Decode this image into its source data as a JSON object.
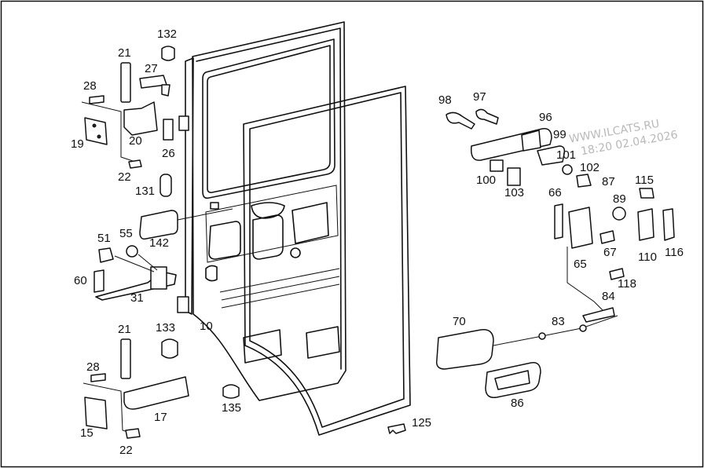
{
  "watermark": {
    "line1": "WWW.ILCATS.RU",
    "line2": "18:20 02.04.2026"
  },
  "labels": [
    {
      "id": "l132",
      "text": "132"
    },
    {
      "id": "l21a",
      "text": "21"
    },
    {
      "id": "l27",
      "text": "27"
    },
    {
      "id": "l28a",
      "text": "28"
    },
    {
      "id": "l19",
      "text": "19"
    },
    {
      "id": "l20",
      "text": "20"
    },
    {
      "id": "l26",
      "text": "26"
    },
    {
      "id": "l22a",
      "text": "22"
    },
    {
      "id": "l131",
      "text": "131"
    },
    {
      "id": "l142",
      "text": "142"
    },
    {
      "id": "l51",
      "text": "51"
    },
    {
      "id": "l55",
      "text": "55"
    },
    {
      "id": "l60",
      "text": "60"
    },
    {
      "id": "l31",
      "text": "31"
    },
    {
      "id": "l10",
      "text": "10"
    },
    {
      "id": "l21b",
      "text": "21"
    },
    {
      "id": "l133",
      "text": "133"
    },
    {
      "id": "l28b",
      "text": "28"
    },
    {
      "id": "l17",
      "text": "17"
    },
    {
      "id": "l15",
      "text": "15"
    },
    {
      "id": "l22b",
      "text": "22"
    },
    {
      "id": "l135",
      "text": "135"
    },
    {
      "id": "l125",
      "text": "125"
    },
    {
      "id": "l98",
      "text": "98"
    },
    {
      "id": "l97",
      "text": "97"
    },
    {
      "id": "l96",
      "text": "96"
    },
    {
      "id": "l99",
      "text": "99"
    },
    {
      "id": "l101",
      "text": "101"
    },
    {
      "id": "l102",
      "text": "102"
    },
    {
      "id": "l100",
      "text": "100"
    },
    {
      "id": "l103",
      "text": "103"
    },
    {
      "id": "l87",
      "text": "87"
    },
    {
      "id": "l115",
      "text": "115"
    },
    {
      "id": "l66",
      "text": "66"
    },
    {
      "id": "l89",
      "text": "89"
    },
    {
      "id": "l67",
      "text": "67"
    },
    {
      "id": "l110",
      "text": "110"
    },
    {
      "id": "l116",
      "text": "116"
    },
    {
      "id": "l65",
      "text": "65"
    },
    {
      "id": "l118",
      "text": "118"
    },
    {
      "id": "l84",
      "text": "84"
    },
    {
      "id": "l70",
      "text": "70"
    },
    {
      "id": "l83",
      "text": "83"
    },
    {
      "id": "l86",
      "text": "86"
    }
  ]
}
